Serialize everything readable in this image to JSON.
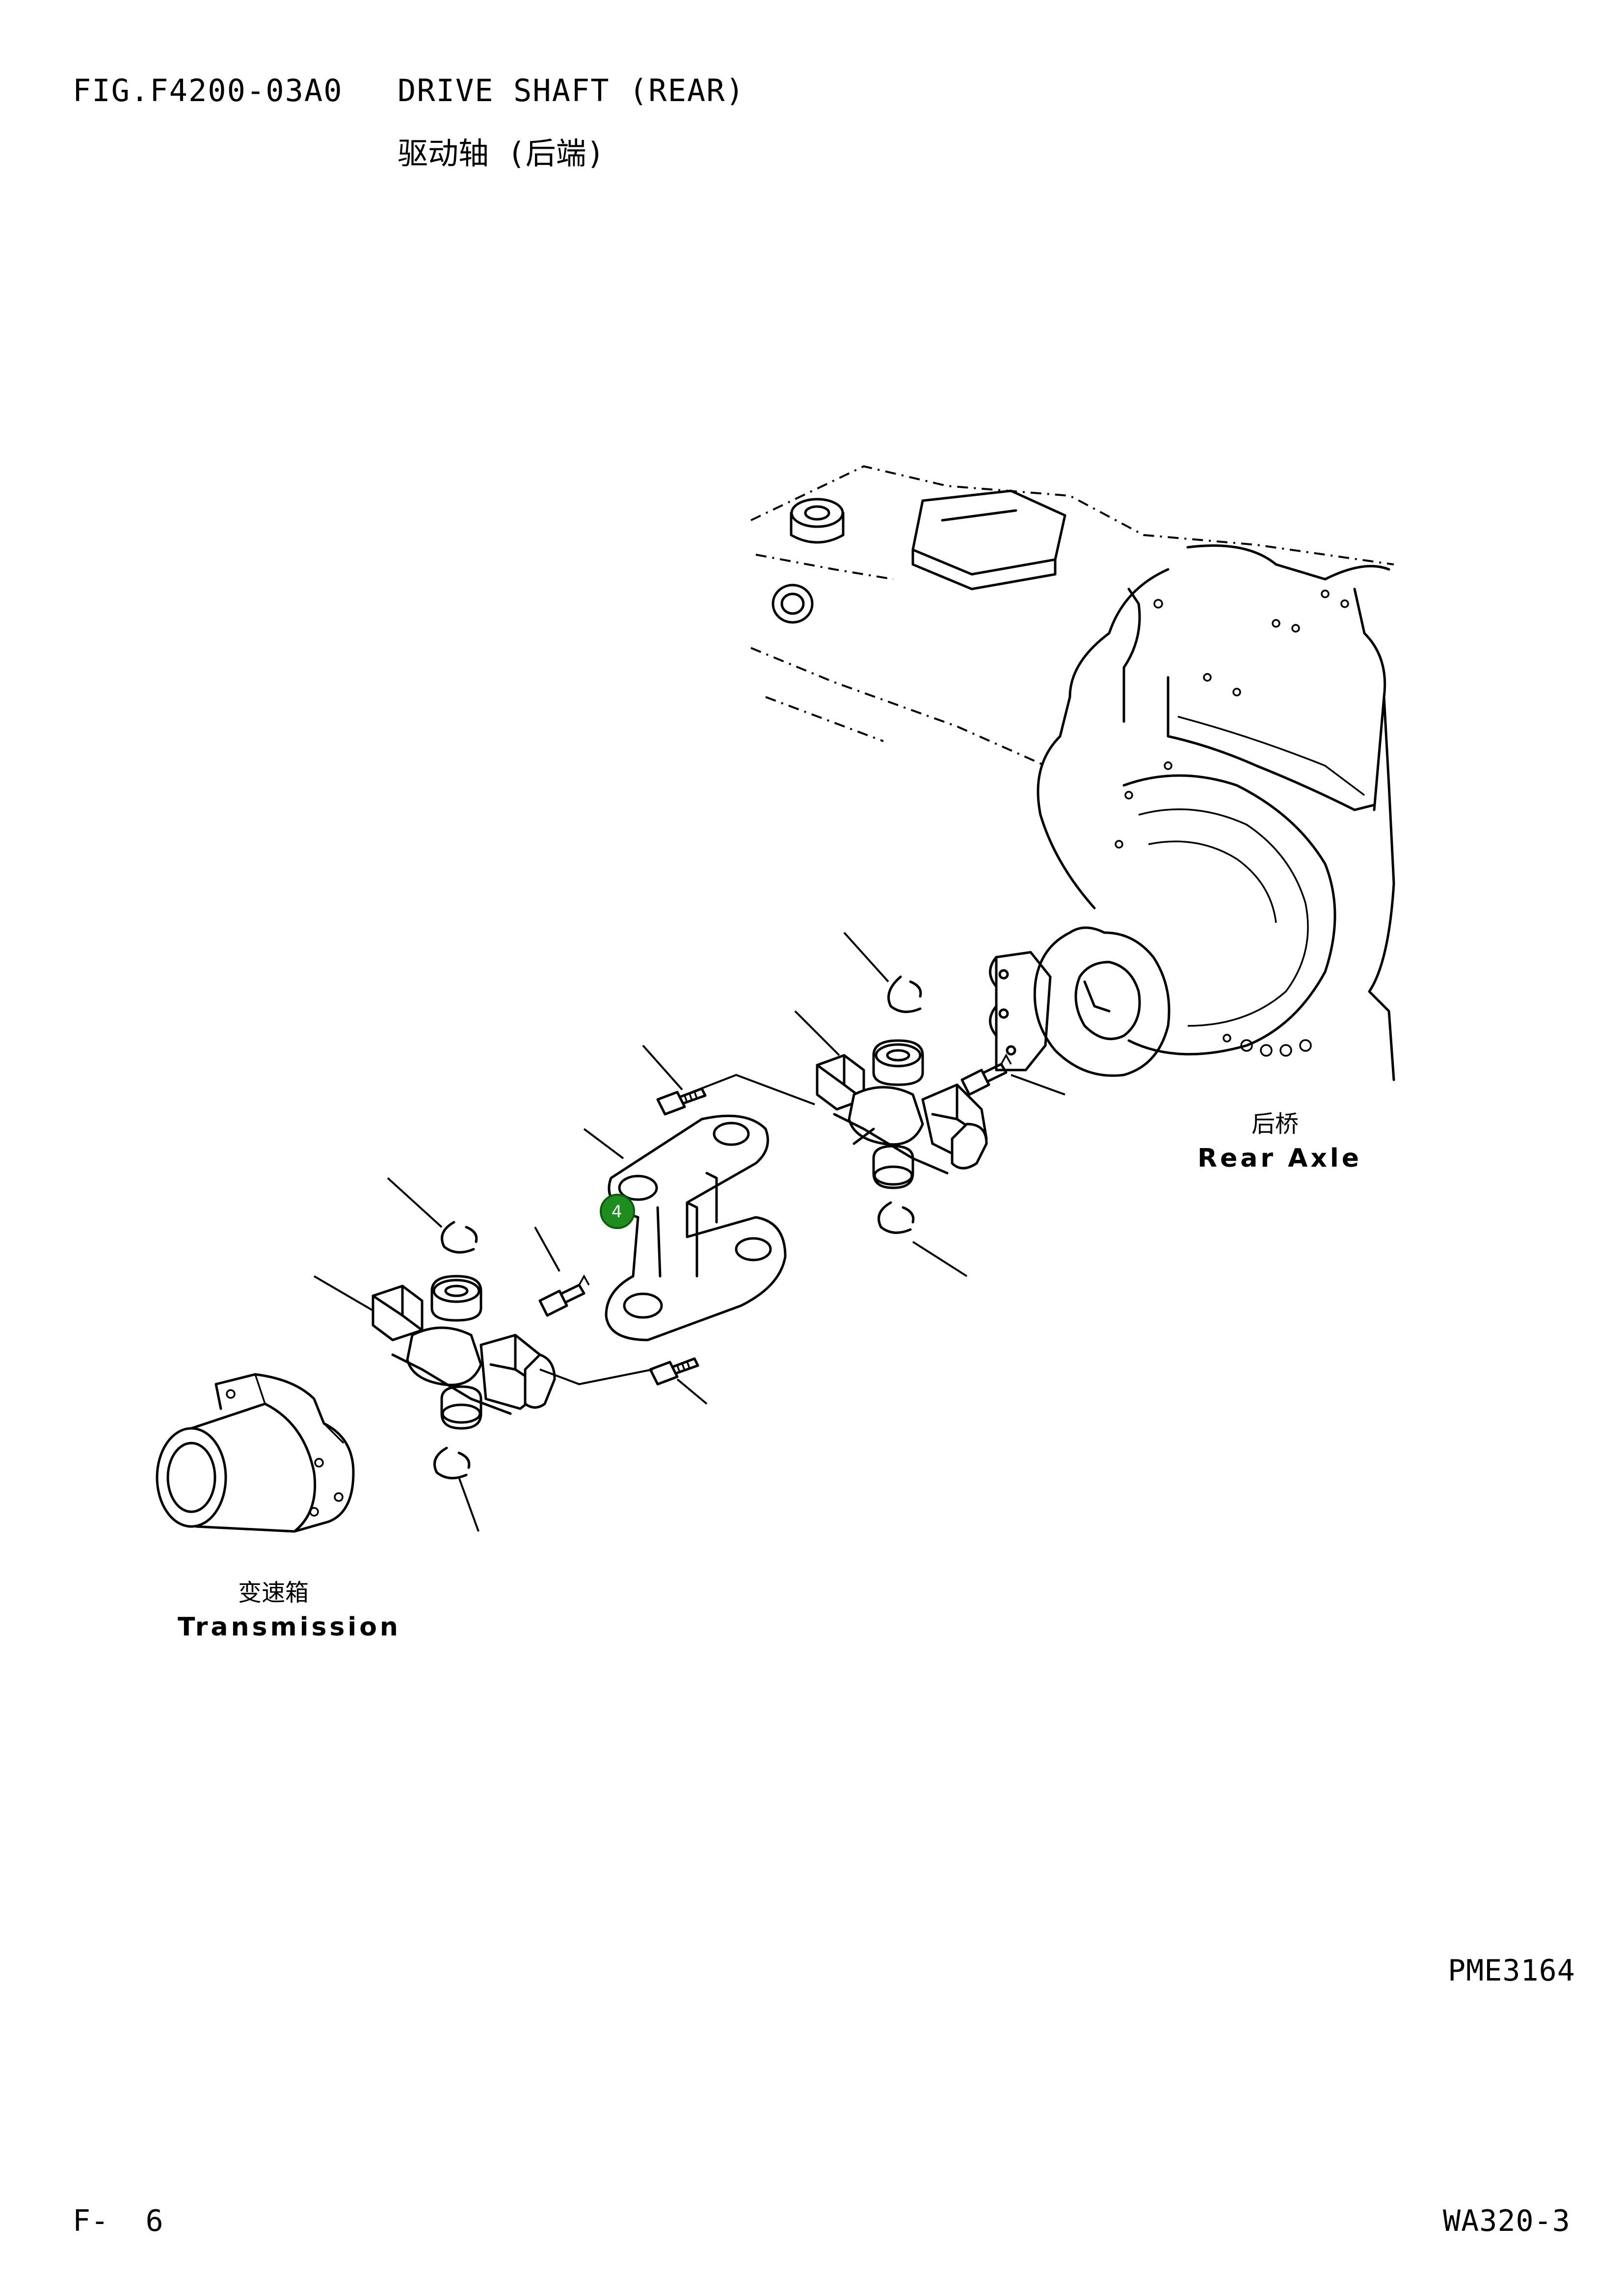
{
  "header": {
    "figure_number": "FIG.F4200-03A0",
    "title_en": "DRIVE SHAFT (REAR)",
    "title_cn": "驱动轴 (后端)"
  },
  "labels": {
    "rear_axle_cn": "后桥",
    "rear_axle_en": "Rear Axle",
    "transmission_cn": "变速箱",
    "transmission_en": "Transmission"
  },
  "callouts": [
    {
      "number": "4",
      "color": "#1e8c1e"
    }
  ],
  "footer": {
    "reference": "PME3164",
    "page": "F-  6",
    "model": "WA320-3"
  }
}
